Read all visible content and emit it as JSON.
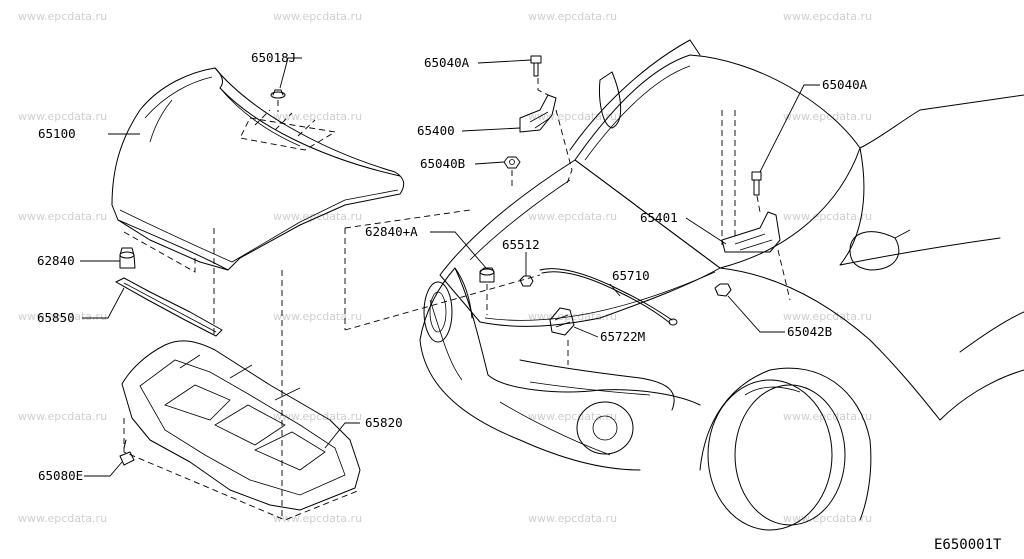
{
  "watermark_text": "www.epcdata.ru",
  "diagram_code": "E650001T",
  "callouts": {
    "c65018J": "65018J",
    "c65100": "65100",
    "c62840": "62840",
    "c65850": "65850",
    "c65820": "65820",
    "c65080E": "65080E",
    "c65040A_left": "65040A",
    "c65400": "65400",
    "c65040B": "65040B",
    "c62840A": "62840+A",
    "c65512": "65512",
    "c65710": "65710",
    "c65722M": "65722M",
    "c65401": "65401",
    "c65040A_right": "65040A",
    "c65042B": "65042B"
  },
  "colors": {
    "line": "#000000",
    "watermark": "#cfcfcf",
    "background": "#ffffff"
  }
}
